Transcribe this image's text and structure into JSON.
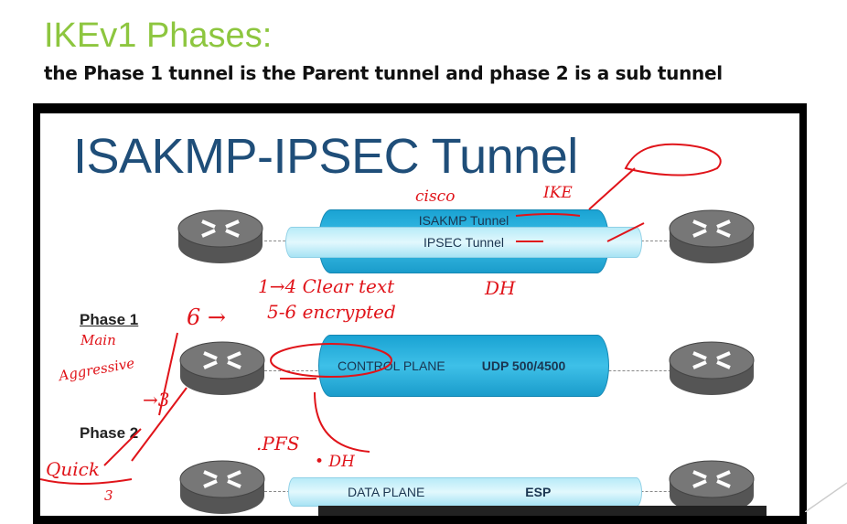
{
  "header": {
    "title": "IKEv1 Phases:",
    "subtitle": "the Phase 1 tunnel is the Parent tunnel and phase 2 is a sub tunnel"
  },
  "slide": {
    "title": "ISAKMP-IPSEC Tunnel",
    "tunnels": {
      "isakmp": "ISAKMP Tunnel",
      "ipsec": "IPSEC Tunnel",
      "control_plane": "CONTROL PLANE",
      "udp": "UDP 500/4500",
      "data_plane": "DATA PLANE",
      "esp": "ESP"
    },
    "phase1_label": "Phase 1",
    "phase2_label": "Phase 2",
    "annotations": {
      "cisco": "cisco",
      "ike": "IKE",
      "clear_text": "1→4 Clear text",
      "dh1": "DH",
      "encrypted": "5-6 encrypted",
      "six": "6 →",
      "main": "Main",
      "aggressive": "Aggressive",
      "three": "→3",
      "quick": "Quick",
      "three2": "3",
      "pfs": ".PFS",
      "dh2": "• DH"
    },
    "colors": {
      "title_green": "#8dc63f",
      "slide_title_blue": "#1f4e79",
      "tunnel_dark": "#1aa3d3",
      "tunnel_light": "#d4f3fb",
      "ink": "#e0141a"
    }
  }
}
